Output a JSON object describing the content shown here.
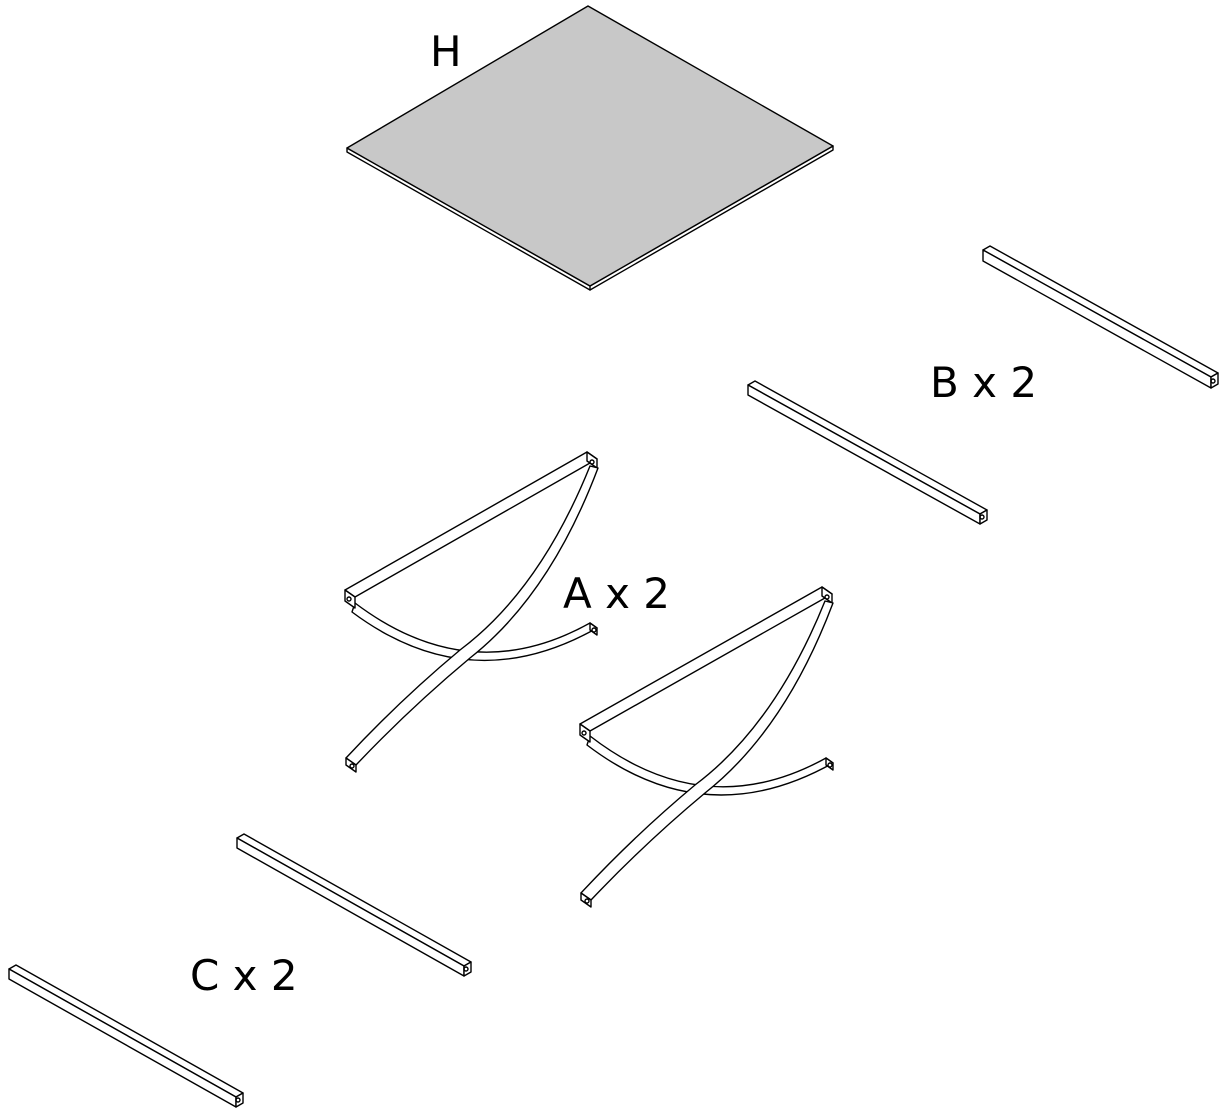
{
  "parts": [
    {
      "id": "H",
      "label": "H",
      "quantity": 1,
      "shape": "flat square panel",
      "color": "#c8c8c8"
    },
    {
      "id": "B",
      "label": "B x 2",
      "quantity": 2,
      "shape": "straight square tube"
    },
    {
      "id": "A",
      "label": "A x 2",
      "quantity": 2,
      "shape": "curved crossed leg frame"
    },
    {
      "id": "C",
      "label": "C x 2",
      "quantity": 2,
      "shape": "straight square tube"
    }
  ]
}
